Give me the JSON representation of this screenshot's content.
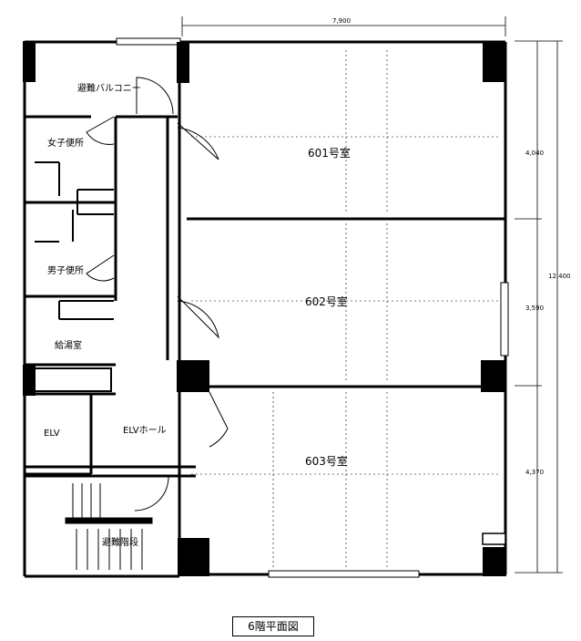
{
  "title": "6階平面図",
  "dimensions": {
    "width": "7,900",
    "height_total": "12,400",
    "room_601_depth": "4,040",
    "room_602_depth": "3,590",
    "room_603_depth": "4,370"
  },
  "rooms": {
    "r601": "601号室",
    "r602": "602号室",
    "r603": "603号室"
  },
  "labels": {
    "balcony": "避難バルコニー",
    "womens_restroom": "女子便所",
    "mens_restroom": "男子便所",
    "kitchenette": "給湯室",
    "elevator": "ELV",
    "elevator_hall": "ELVホール",
    "stairs": "避難階段"
  }
}
